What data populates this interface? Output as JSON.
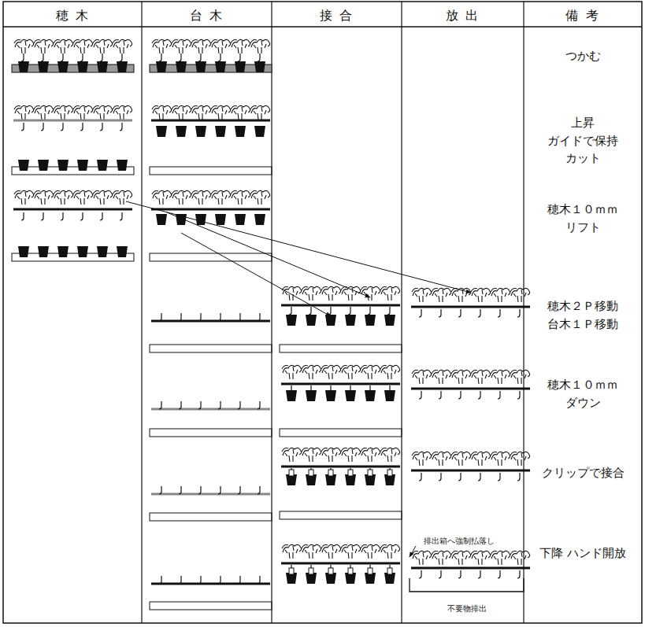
{
  "diagram": {
    "labels": [
      "穂 木",
      "台 木",
      "接 合",
      "放 出",
      "備 考",
      "つかむ",
      "上昇 ガイドで保持 カット",
      "穂木１０ｍｍ リフト",
      "穂木２Ｐ移動 台木１Ｐ移動",
      "穂木１０ｍｍ ダウン",
      "クリップで接合",
      "排出箱へ強制払落し",
      "下降 ハンド開放",
      "不要物排出"
    ]
  }
}
